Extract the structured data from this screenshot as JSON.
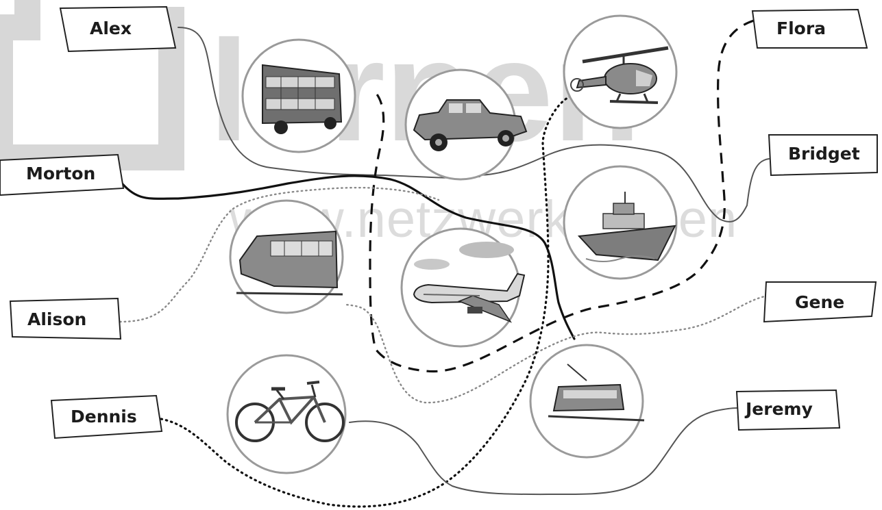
{
  "watermark": {
    "big_text": "lernen",
    "url_text": "www.netzwerk-lernen"
  },
  "names": {
    "alex": "Alex",
    "flora": "Flora",
    "morton": "Morton",
    "bridget": "Bridget",
    "alison": "Alison",
    "gene": "Gene",
    "dennis": "Dennis",
    "jeremy": "Jeremy"
  },
  "vehicles": {
    "bus": "bus-icon",
    "car": "car-icon",
    "helicopter": "helicopter-icon",
    "ship": "ship-icon",
    "train": "train-icon",
    "airplane": "airplane-icon",
    "bicycle": "bicycle-icon",
    "tram": "tram-icon"
  },
  "colors": {
    "ink": "#111111",
    "frame": "#9a9a9a",
    "watermark": "#d9d9d9"
  }
}
